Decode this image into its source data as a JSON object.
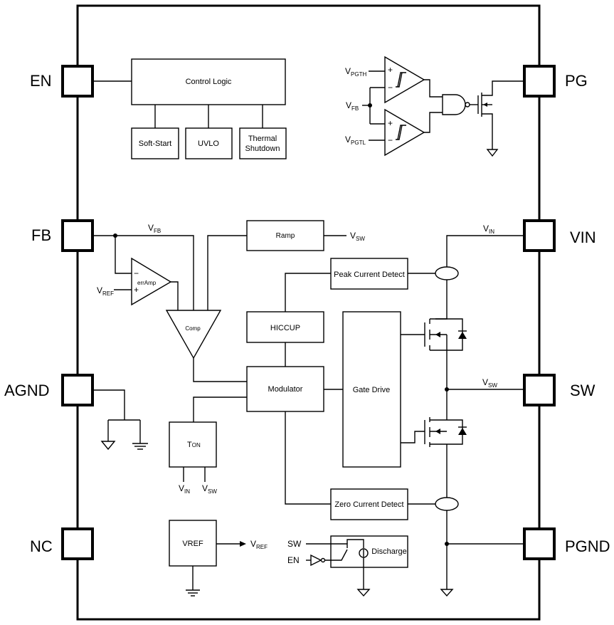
{
  "pins": {
    "en": "EN",
    "fb": "FB",
    "agnd": "AGND",
    "nc": "NC",
    "pg": "PG",
    "vin": "VIN",
    "sw": "SW",
    "pgnd": "PGND"
  },
  "blocks": {
    "control_logic": "Control Logic",
    "soft_start": "Soft-Start",
    "uvlo": "UVLO",
    "thermal_1": "Thermal",
    "thermal_2": "Shutdown",
    "ramp": "Ramp",
    "err_amp": "errAmp",
    "comp": "Comp",
    "hiccup": "HICCUP",
    "modulator": "Modulator",
    "gate_drive": "Gate Drive",
    "peak_current_detect": "Peak Current Detect",
    "zero_current_detect": "Zero Current Detect",
    "ton_main": "T",
    "ton_sub": "ON",
    "vref_block": "VREF",
    "discharge": "Discharge"
  },
  "signals": {
    "v": "V",
    "sub_pgth": "PGTH",
    "sub_pgtl": "PGTL",
    "sub_fb": "FB",
    "sub_sw": "SW",
    "sub_in": "IN",
    "sub_ref": "REF",
    "sw_plain": "SW",
    "en_plain": "EN",
    "plus": "+",
    "minus": "−"
  }
}
